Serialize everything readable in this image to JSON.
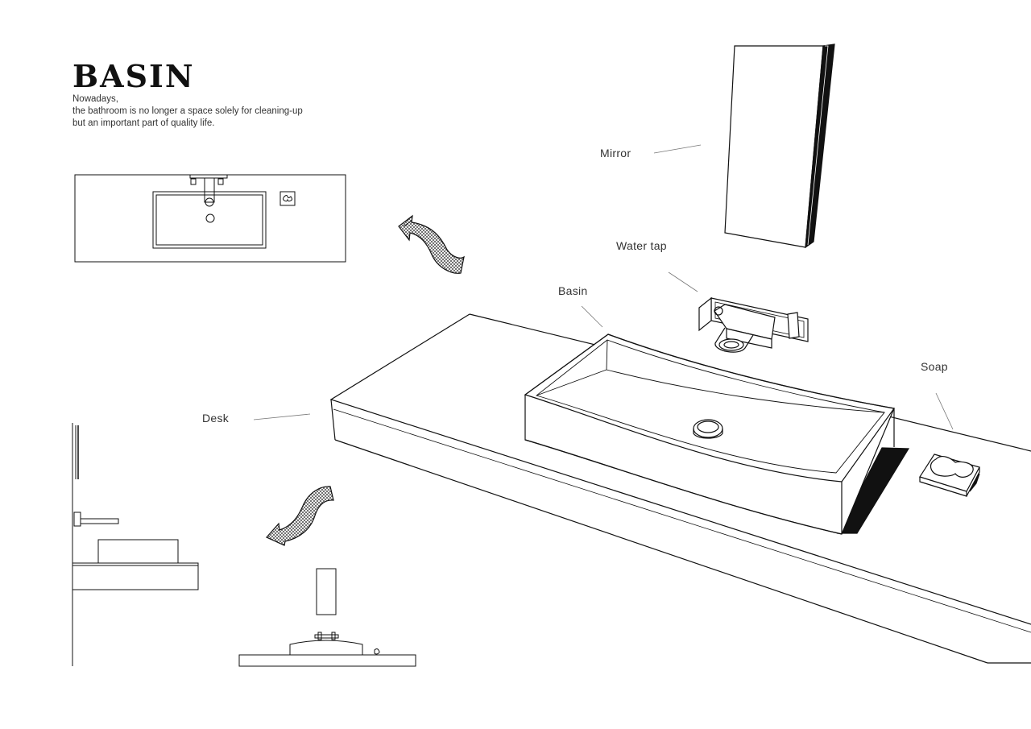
{
  "header": {
    "title": "BASIN",
    "subtitle_lines": [
      "Nowadays,",
      "the bathroom is no longer a space solely for cleaning-up",
      "but an important part of quality life."
    ]
  },
  "labels": {
    "mirror": "Mirror",
    "water_tap": "Water tap",
    "basin": "Basin",
    "soap": "Soap",
    "desk": "Desk"
  },
  "colors": {
    "line": "#111111",
    "label_text": "#333333",
    "background": "#ffffff"
  },
  "icons": [
    "curved-arrow-icon"
  ]
}
